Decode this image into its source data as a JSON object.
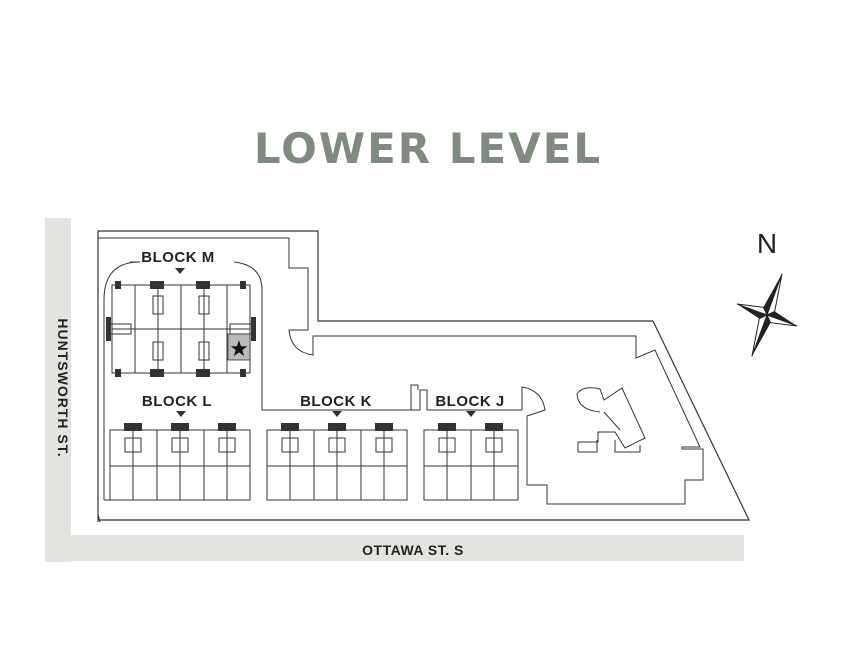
{
  "title": "LOWER LEVEL",
  "compass_label": "N",
  "streets": {
    "west": "HUNTSWORTH ST.",
    "south": "OTTAWA ST. S"
  },
  "blocks": [
    {
      "id": "M",
      "label": "BLOCK M"
    },
    {
      "id": "L",
      "label": "BLOCK L"
    },
    {
      "id": "K",
      "label": "BLOCK K"
    },
    {
      "id": "J",
      "label": "BLOCK J"
    }
  ],
  "marker": {
    "icon": "star-icon",
    "location": "BLOCK M"
  },
  "colors": {
    "title": "#7e8b7e",
    "street": "#e3e4e0",
    "line": "#333333",
    "text": "#222222",
    "marker_bg": "#b8bbb8"
  }
}
